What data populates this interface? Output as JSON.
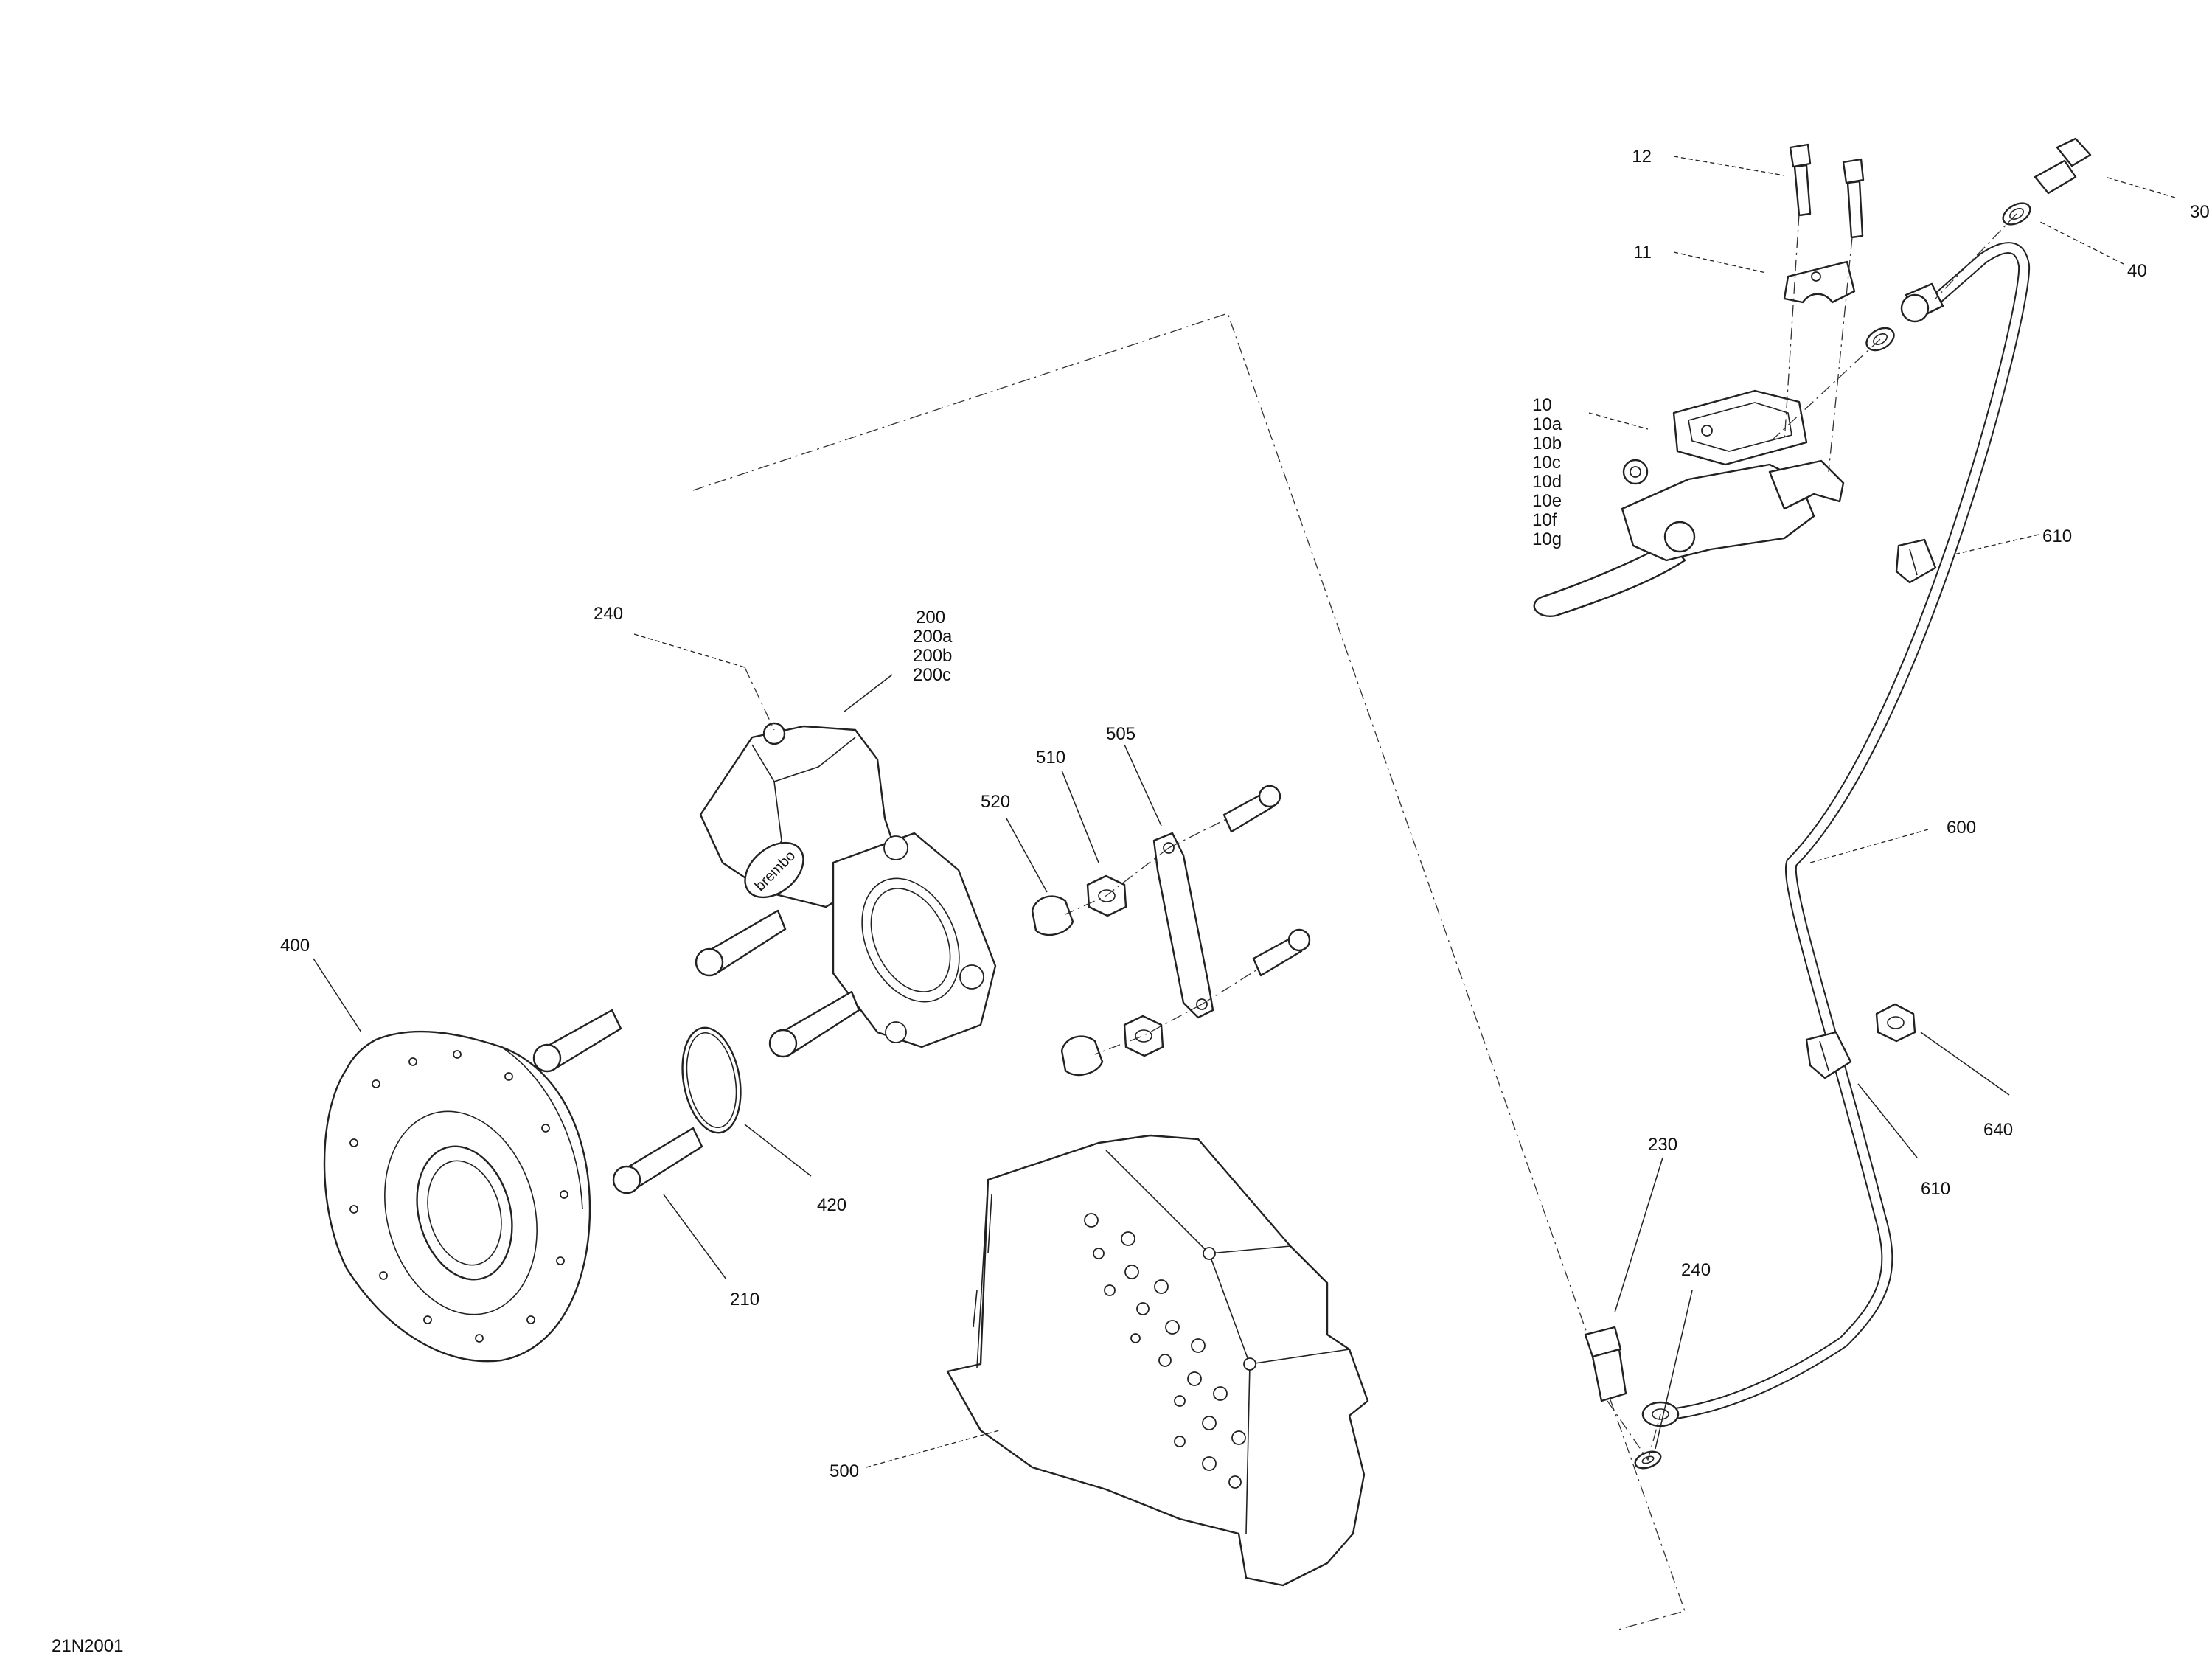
{
  "diagram_code": "21N2001",
  "callouts": {
    "c12": "12",
    "c11": "11",
    "c30": "30",
    "c40": "40",
    "c10": [
      "10",
      "10a",
      "10b",
      "10c",
      "10d",
      "10e",
      "10f",
      "10g"
    ],
    "c610_top": "610",
    "c240_top": "240",
    "c200": [
      "200",
      "200a",
      "200b",
      "200c"
    ],
    "c505": "505",
    "c510": "510",
    "c520": "520",
    "c400": "400",
    "c420": "420",
    "c210": "210",
    "c500": "500",
    "c600": "600",
    "c640": "640",
    "c610_low": "610",
    "c230": "230",
    "c240_low": "240"
  },
  "caliper_logo": "brembo"
}
